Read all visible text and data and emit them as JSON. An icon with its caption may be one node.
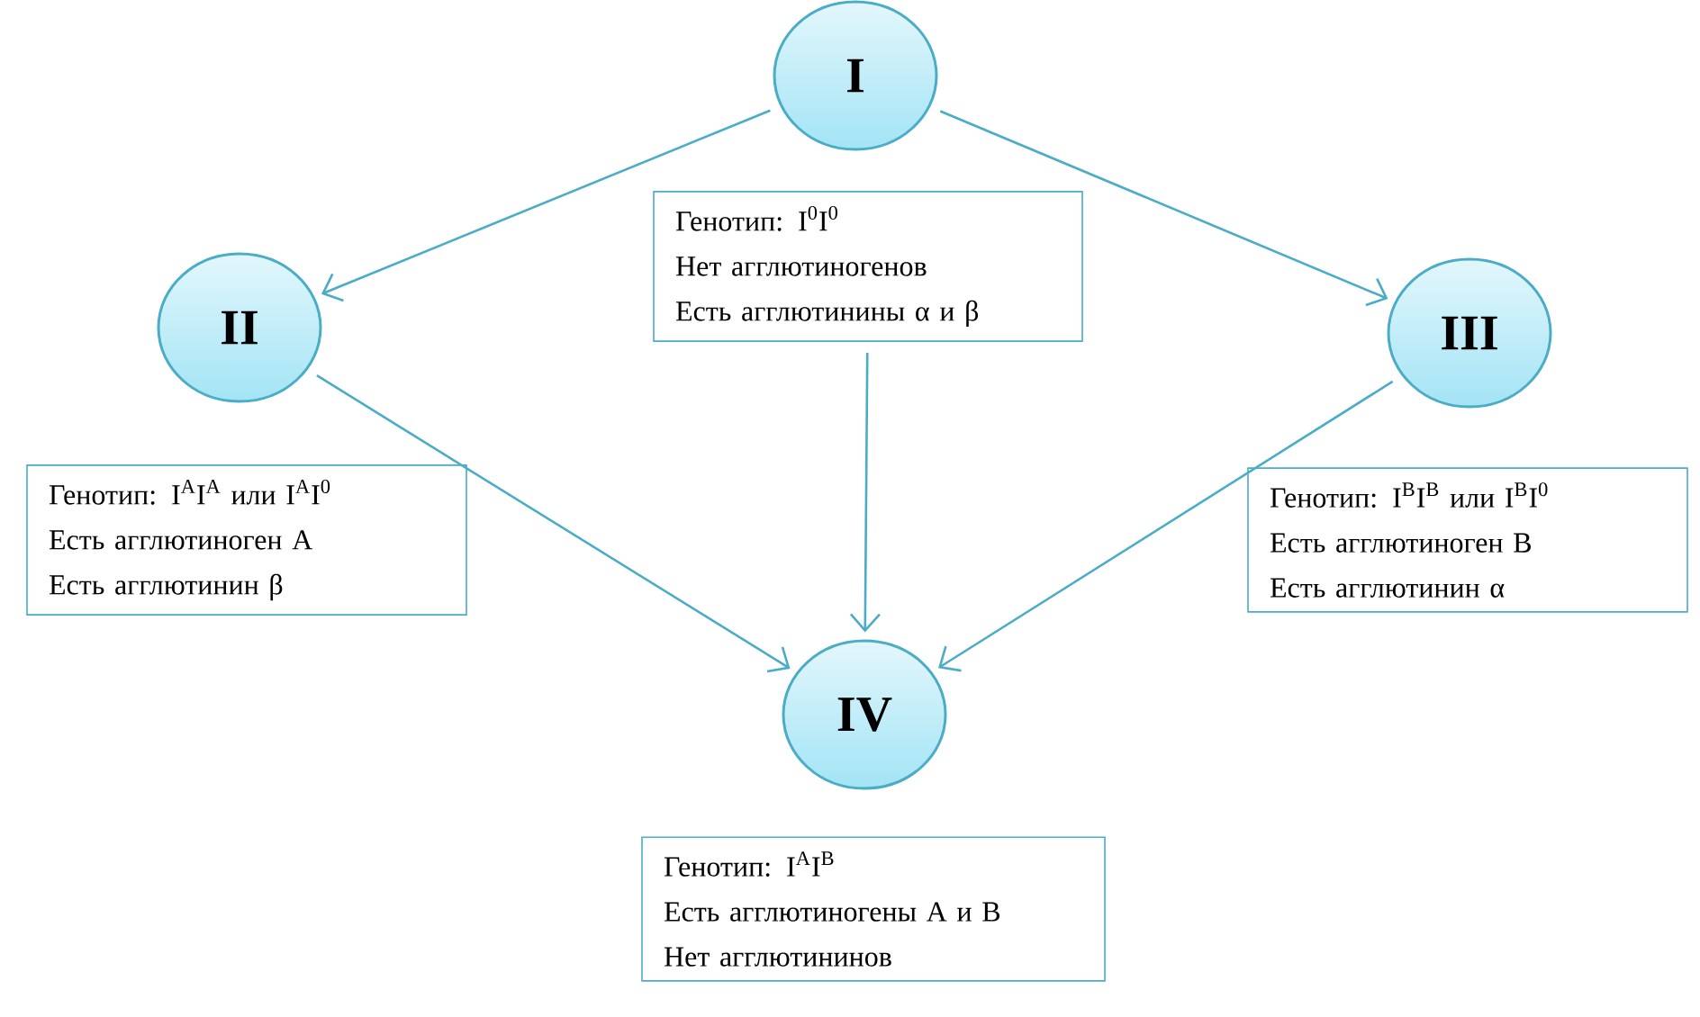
{
  "diagram": {
    "nodes": [
      {
        "text": [
          "I"
        ]
      },
      {
        "text": [
          "Генотип: I$^{0}$I$^{0}$",
          "Нет агглютиногенов",
          "Есть агглютинины α и β"
        ]
      },
      {
        "text": [
          "II"
        ]
      },
      {
        "text": [
          "III"
        ]
      },
      {
        "text": [
          "Генотип: I$^{A}$I$^{A}$ или I$^{A}$I$^{0}$",
          "Есть агглютиноген А",
          "Есть агглютинин β"
        ]
      },
      {
        "text": [
          "Генотип: I$^{B}$I$^{B}$ или I$^{B}$I$^{0}$",
          "Есть агглютиноген В",
          "Есть агглютинин α"
        ]
      },
      {
        "text": [
          "IV"
        ]
      },
      {
        "text": [
          "Генотип: I$^{A}$I$^{B}$",
          "Есть агглютиногены А и В",
          "Нет агглютининов"
        ]
      }
    ],
    "edges": [
      {
        "from": 0,
        "to": 2,
        "arrow": "to"
      },
      {
        "from": 0,
        "to": 3,
        "arrow": "to"
      },
      {
        "from": 2,
        "to": 6,
        "arrow": "to"
      },
      {
        "from": 1,
        "to": 6,
        "arrow": "to"
      },
      {
        "from": 3,
        "to": 6,
        "arrow": "to"
      }
    ]
  }
}
